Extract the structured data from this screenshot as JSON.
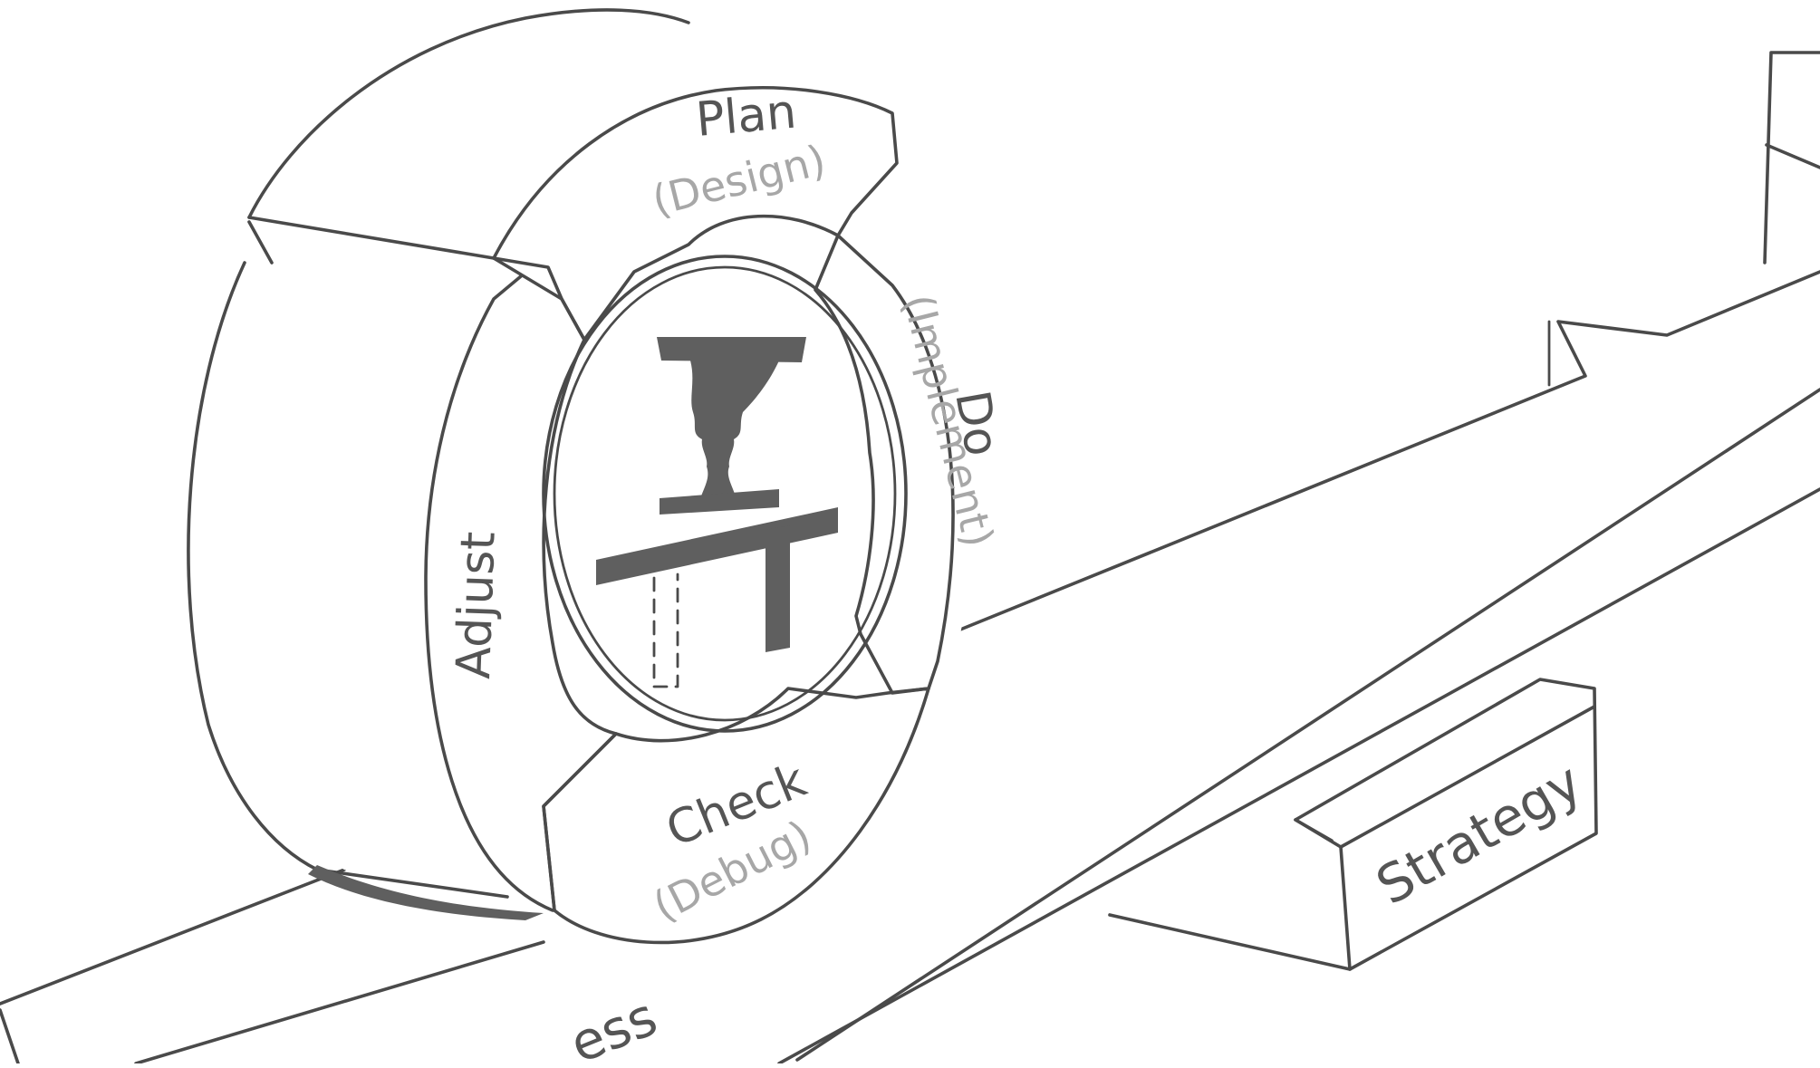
{
  "segments": {
    "plan": {
      "label": "Plan",
      "sublabel": "(Design)"
    },
    "do": {
      "label": "Do",
      "sublabel": "(Implement)"
    },
    "check": {
      "label": "Check",
      "sublabel": "(Debug)"
    },
    "adjust": {
      "label": "Adjust"
    }
  },
  "support_block": {
    "label": "Strategy"
  },
  "plank": {
    "label_fragment": "ess"
  },
  "colors": {
    "ink": "#4a4a4a",
    "label": "#555555",
    "sublabel": "#a7a7a7",
    "emblem": "#5f5f5f"
  }
}
